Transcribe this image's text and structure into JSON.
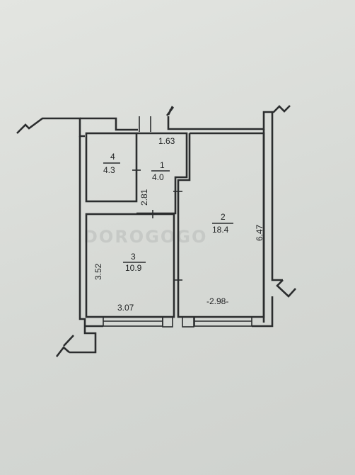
{
  "rooms": [
    {
      "number": "1",
      "area": "4.0"
    },
    {
      "number": "2",
      "area": "18.4"
    },
    {
      "number": "3",
      "area": "10.9"
    },
    {
      "number": "4",
      "area": "4.3"
    }
  ],
  "dimensions": {
    "d_1_63": "1.63",
    "d_2_81": "2.81",
    "d_6_47": "6.47",
    "d_3_52": "3.52",
    "d_3_07": "3.07",
    "d_2_98": "-2.98-"
  },
  "watermark": "DOROGOGO"
}
